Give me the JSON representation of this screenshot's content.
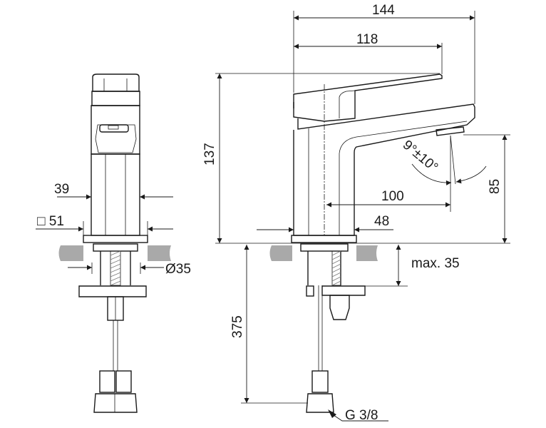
{
  "drawing": {
    "front_view": {
      "dim_width_body": "39",
      "dim_width_base": "□ 51",
      "dim_hole": "Ø35"
    },
    "side_view": {
      "dim_total_length": "144",
      "dim_lever_length": "118",
      "dim_height": "137",
      "dim_spout_height": "85",
      "dim_spout_reach": "100",
      "dim_body_depth": "48",
      "dim_angle": "9°±10°",
      "dim_counter_thickness": "max. 35",
      "dim_hose_length": "375",
      "dim_connection": "G 3/8"
    },
    "colors": {
      "line": "#1a1a1a",
      "countertop": "#a9a9a9"
    }
  }
}
